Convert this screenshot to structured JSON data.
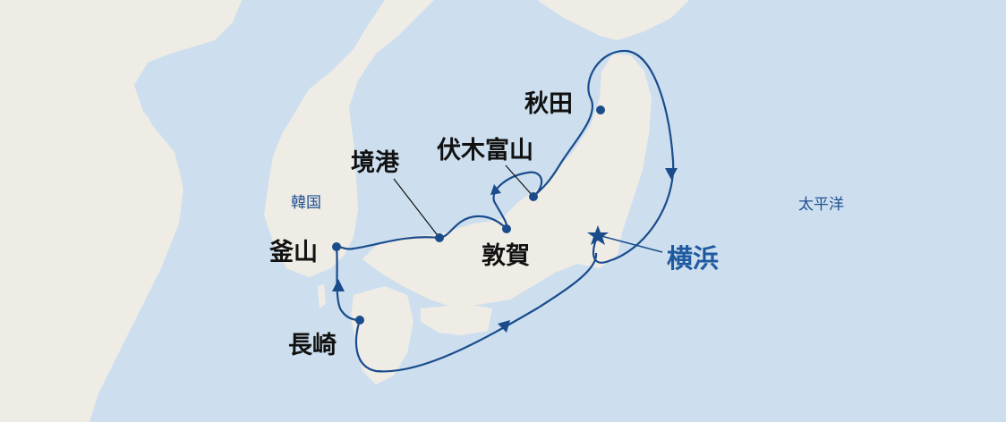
{
  "colors": {
    "sea": "#cddfee",
    "land": "#efece6",
    "route": "#1a4c8c",
    "home_label": "#1f5aa0"
  },
  "ports": {
    "yokohama": "横浜",
    "akita": "秋田",
    "fushiki_toyama": "伏木富山",
    "sakaiminato": "境港",
    "tsuruga": "敦賀",
    "busan": "釜山",
    "nagasaki": "長崎"
  },
  "regions": {
    "korea": "韓国",
    "pacific": "太平洋"
  },
  "icons": {
    "home_port": "star-icon",
    "port": "dot-icon",
    "direction": "arrow-icon"
  }
}
